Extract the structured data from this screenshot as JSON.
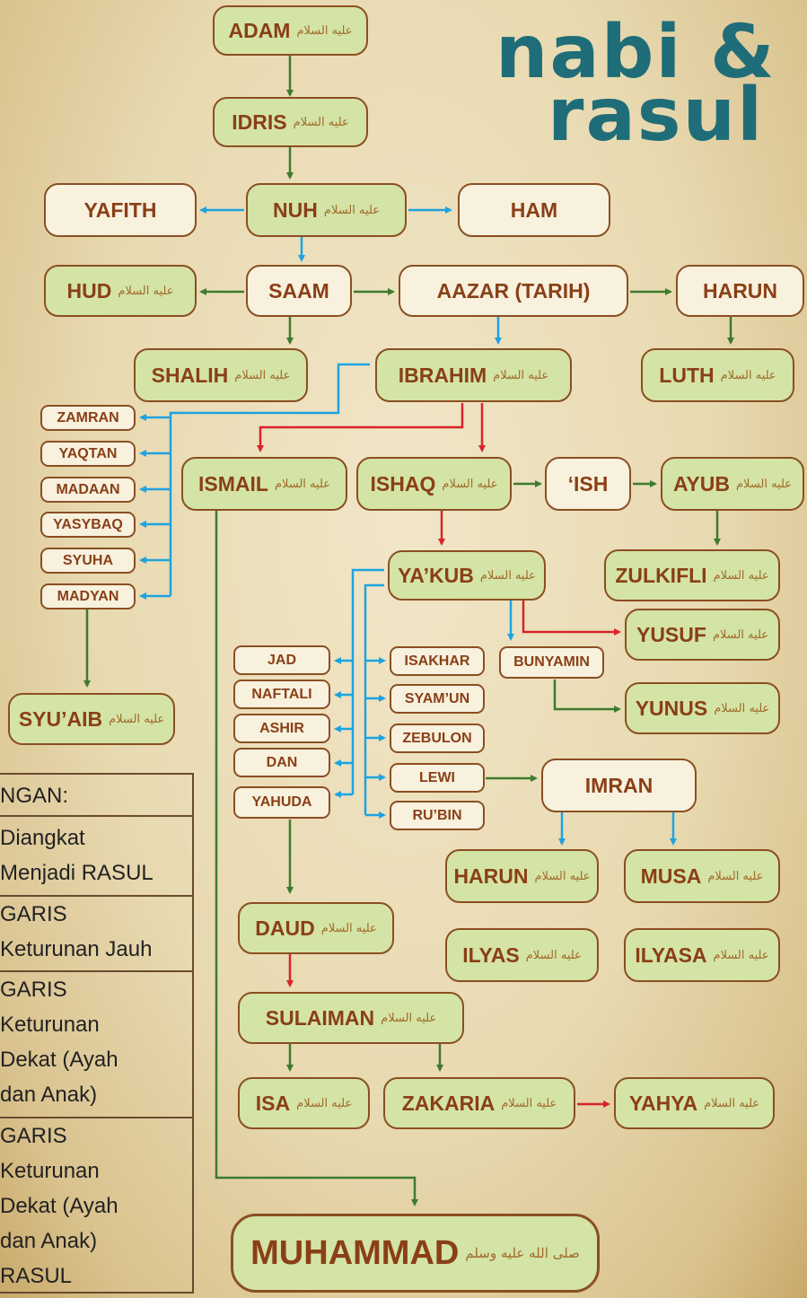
{
  "title": {
    "line1": "nabi &",
    "line2": "rasul"
  },
  "colors": {
    "green": "#3e7a2e",
    "red": "#d8232a",
    "blue": "#1ea3e0",
    "box_green": "#d4e3a6",
    "box_white": "#f7f1de",
    "border": "#8a4f22",
    "text": "#8a3f16"
  },
  "honorific": "عليه السلام",
  "honorific_muhammad": "صلى الله عليه وسلم",
  "nodes": {
    "adam": "ADAM",
    "idris": "IDRIS",
    "nuh": "NUH",
    "yafith": "YAFITH",
    "ham": "HAM",
    "hud": "HUD",
    "saam": "SAAM",
    "aazar": "AAZAR (TARIH)",
    "harun1": "HARUN",
    "shalih": "SHALIH",
    "ibrahim": "IBRAHIM",
    "luth": "LUTH",
    "zamran": "ZAMRAN",
    "yaqtan": "YAQTAN",
    "madaan": "MADAAN",
    "yasybaq": "YASYBAQ",
    "syuha": "SYUHA",
    "madyan": "MADYAN",
    "ismail": "ISMAIL",
    "ishaq": "ISHAQ",
    "ish": "‘ISH",
    "ayub": "AYUB",
    "yakub": "YA’KUB",
    "zulkifli": "ZULKIFLI",
    "yusuf": "YUSUF",
    "bunyamin": "BUNYAMIN",
    "yunus": "YUNUS",
    "syuaib": "SYU’AIB",
    "jad": "JAD",
    "naftali": "NAFTALI",
    "ashir": "ASHIR",
    "dan": "DAN",
    "yahuda": "YAHUDA",
    "isakhar": "ISAKHAR",
    "syamun": "SYAM’UN",
    "zebulon": "ZEBULON",
    "lewi": "LEWI",
    "rubin": "RU’BIN",
    "imran": "IMRAN",
    "harun2": "HARUN",
    "musa": "MUSA",
    "ilyas": "ILYAS",
    "ilyasa": "ILYASA",
    "daud": "DAUD",
    "sulaiman": "SULAIMAN",
    "isa": "ISA",
    "zakaria": "ZAKARIA",
    "yahya": "YAHYA",
    "muhammad": "MUHAMMAD"
  },
  "legend": {
    "header": "NGAN:",
    "row1": [
      "Diangkat",
      "Menjadi RASUL"
    ],
    "row2": [
      "GARIS",
      "Keturunan Jauh"
    ],
    "row3": [
      "GARIS",
      "Keturunan",
      "Dekat (Ayah",
      "dan Anak)"
    ],
    "row4": [
      "GARIS",
      "Keturunan",
      "Dekat (Ayah",
      "dan Anak)",
      "RASUL"
    ]
  }
}
